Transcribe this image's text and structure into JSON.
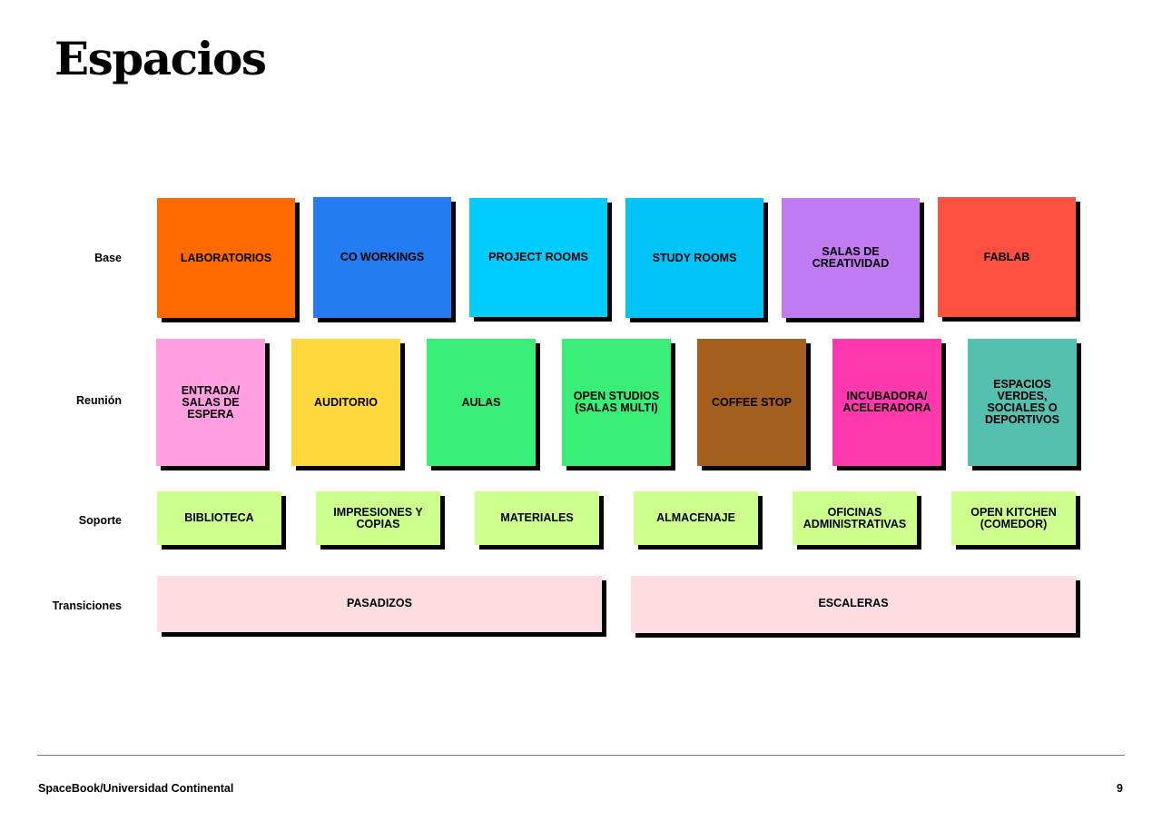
{
  "page_title": "Espacios",
  "rows": {
    "base": {
      "label": "Base",
      "items": [
        {
          "label": "LABORATORIOS",
          "color": "#FF6A00"
        },
        {
          "label": "CO WORKINGS",
          "color": "#247CF2"
        },
        {
          "label": "PROJECT ROOMS",
          "color": "#00CCFF"
        },
        {
          "label": "STUDY ROOMS",
          "color": "#00C4F7"
        },
        {
          "label": "SALAS DE CREATIVIDAD",
          "color": "#C07AF2"
        },
        {
          "label": "FABLAB",
          "color": "#FF4F40"
        }
      ]
    },
    "reunion": {
      "label": "Reunión",
      "items": [
        {
          "label": "ENTRADA/ SALAS DE ESPERA",
          "color": "#FF9EE0"
        },
        {
          "label": "AUDITORIO",
          "color": "#FFD83D"
        },
        {
          "label": "AULAS",
          "color": "#38EE77"
        },
        {
          "label": "OPEN STUDIOS (SALAS MULTI)",
          "color": "#38EE77"
        },
        {
          "label": "COFFEE STOP",
          "color": "#A45F1E"
        },
        {
          "label": "INCUBADORA/ ACELERADORA",
          "color": "#FF38AE"
        },
        {
          "label": "ESPACIOS VERDES, SOCIALES O DEPORTIVOS",
          "color": "#55BFB0"
        }
      ]
    },
    "soporte": {
      "label": "Soporte",
      "items": [
        {
          "label": "BIBLIOTECA",
          "color": "#CCFF8C"
        },
        {
          "label": "IMPRESIONES Y COPIAS",
          "color": "#CCFF8C"
        },
        {
          "label": "MATERIALES",
          "color": "#CCFF8C"
        },
        {
          "label": "ALMACENAJE",
          "color": "#CCFF8C"
        },
        {
          "label": "OFICINAS ADMINISTRATIVAS",
          "color": "#CCFF8C"
        },
        {
          "label": "OPEN KITCHEN (COMEDOR)",
          "color": "#CCFF8C"
        }
      ]
    },
    "transiciones": {
      "label": "Transiciones",
      "items": [
        {
          "label": "PASADIZOS",
          "color": "#FDDDE2"
        },
        {
          "label": "ESCALERAS",
          "color": "#FDDDE2"
        }
      ]
    }
  },
  "footer": {
    "source": "SpaceBook/Universidad Continental",
    "page_number": "9"
  }
}
